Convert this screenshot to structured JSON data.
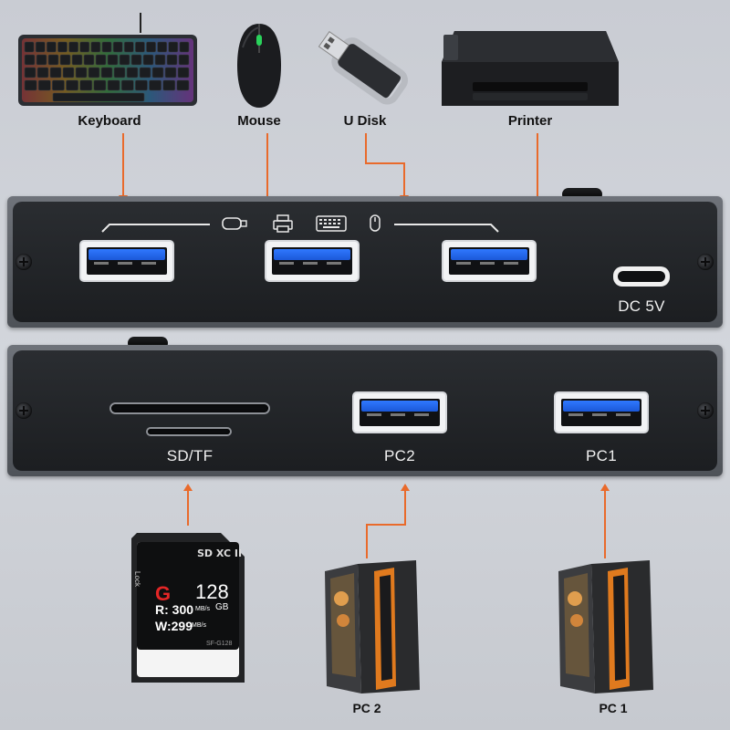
{
  "top_devices": [
    {
      "name": "keyboard",
      "label": "Keyboard"
    },
    {
      "name": "mouse",
      "label": "Mouse"
    },
    {
      "name": "u-disk",
      "label": "U Disk"
    },
    {
      "name": "printer",
      "label": "Printer"
    }
  ],
  "top_panel": {
    "port_icons": [
      "usb-drive-icon",
      "printer-icon",
      "keyboard-icon",
      "mouse-icon"
    ],
    "power_label": "DC 5V"
  },
  "bottom_panel": {
    "card_label": "SD/TF",
    "pc2_label": "PC2",
    "pc1_label": "PC1"
  },
  "bottom_devices": {
    "sd_card": {
      "logo": "G",
      "capacity": "128",
      "capacity_unit": "GB",
      "read_speed": "R: 300",
      "write_speed": "W:299",
      "speed_unit": "MB/s",
      "lock_text": "Lock",
      "model": "SF-G128",
      "format": "SD XC II"
    },
    "pc2_label": "PC 2",
    "pc1_label": "PC 1"
  },
  "colors": {
    "arrow": "#e96a2b",
    "usb_blue": "#2f78ff",
    "panel_face": "#1f2124"
  }
}
